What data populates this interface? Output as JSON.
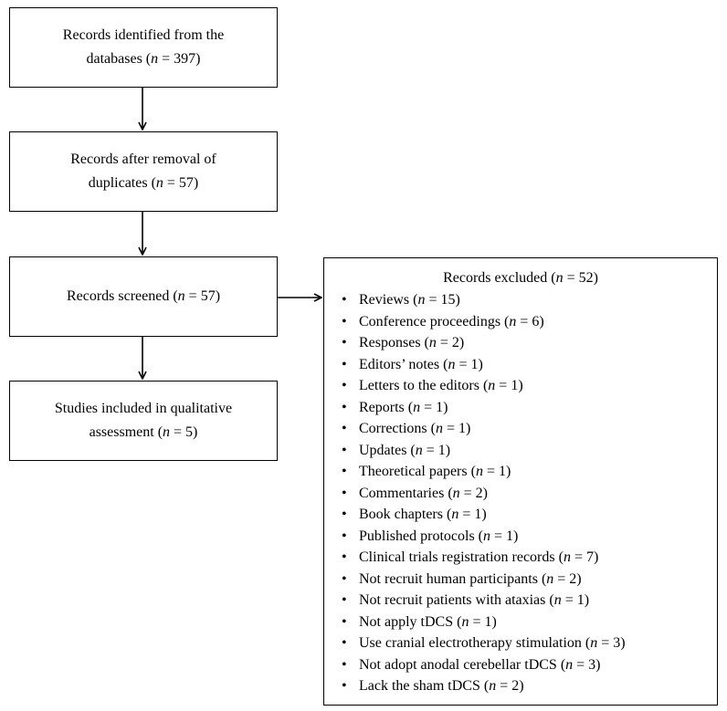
{
  "flow": {
    "identified": {
      "text": "Records identified from the databases",
      "n_label": "n",
      "count": "= 397",
      "lines": [
        "Records identified from the",
        "databases ("
      ]
    },
    "after_dedup": {
      "lines": [
        "Records after removal of",
        "duplicates ("
      ],
      "n_label": "n",
      "count": "= 57)"
    },
    "screened": {
      "prefix": "Records screened (",
      "n_label": "n",
      "count": "= 57)"
    },
    "included": {
      "lines": [
        "Studies included in qualitative",
        "assessment ("
      ],
      "n_label": "n",
      "count": "= 5)"
    }
  },
  "excluded": {
    "title_prefix": "Records excluded (",
    "title_n": "n",
    "title_count": "= 52)",
    "bullet": "•",
    "items": [
      {
        "label": "Reviews (",
        "n": "n",
        "count": "= 15)"
      },
      {
        "label": "Conference proceedings (",
        "n": "n",
        "count": "= 6)"
      },
      {
        "label": "Responses (",
        "n": "n",
        "count": "= 2)"
      },
      {
        "label": "Editors’ notes (",
        "n": "n",
        "count": "= 1)"
      },
      {
        "label": "Letters to the editors (",
        "n": "n",
        "count": "= 1)"
      },
      {
        "label": "Reports (",
        "n": "n",
        "count": "= 1)"
      },
      {
        "label": "Corrections (",
        "n": "n",
        "count": "= 1)"
      },
      {
        "label": "Updates (",
        "n": "n",
        "count": "= 1)"
      },
      {
        "label": "Theoretical papers (",
        "n": "n",
        "count": "= 1)"
      },
      {
        "label": "Commentaries (",
        "n": "n",
        "count": "= 2)"
      },
      {
        "label": "Book chapters (",
        "n": "n",
        "count": "= 1)"
      },
      {
        "label": "Published protocols (",
        "n": "n",
        "count": "= 1)"
      },
      {
        "label": "Clinical trials registration records (",
        "n": "n",
        "count": "= 7)"
      },
      {
        "label": "Not recruit human participants (",
        "n": "n",
        "count": "= 2)"
      },
      {
        "label": "Not recruit patients with ataxias (",
        "n": "n",
        "count": "= 1)"
      },
      {
        "label": "Not apply tDCS (",
        "n": "n",
        "count": "= 1)"
      },
      {
        "label": "Use cranial electrotherapy stimulation (",
        "n": "n",
        "count": "= 3)"
      },
      {
        "label": "Not adopt anodal cerebellar tDCS (",
        "n": "n",
        "count": "= 3)"
      },
      {
        "label": "Lack the sham tDCS (",
        "n": "n",
        "count": "= 2)"
      }
    ]
  }
}
